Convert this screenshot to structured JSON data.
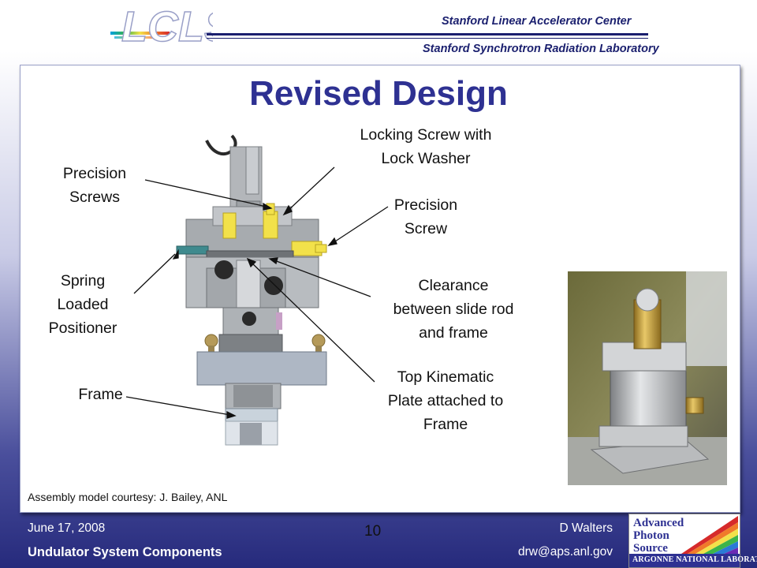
{
  "header": {
    "logo_text": "LCLS",
    "lab_line1": "Stanford Linear Accelerator Center",
    "lab_line2": "Stanford Synchrotron Radiation Laboratory"
  },
  "slide": {
    "title": "Revised Design",
    "labels": {
      "precision_screws": [
        "Precision",
        "Screws"
      ],
      "locking_screw": [
        "Locking Screw with",
        "Lock Washer"
      ],
      "precision_screw": [
        "Precision",
        "Screw"
      ],
      "spring_positioner": [
        "Spring",
        "Loaded",
        "Positioner"
      ],
      "clearance": [
        "Clearance",
        "between slide rod",
        "and frame"
      ],
      "frame": [
        "Frame"
      ],
      "kinematic_plate": [
        "Top Kinematic",
        "Plate attached to",
        "Frame"
      ]
    },
    "credit": "Assembly model courtesy: J. Bailey, ANL"
  },
  "footer": {
    "date": "June 17, 2008",
    "page_number": "10",
    "author": "D Walters",
    "section": "Undulator System Components",
    "email": "drw@aps.anl.gov",
    "aps_logo_lines": [
      "Advanced",
      "Photon",
      "Source"
    ],
    "aps_lab_name": "ARGONNE NATIONAL LABORATORY"
  },
  "colors": {
    "title": "#2e3192",
    "footer_bg": "#262a7c",
    "screw_yellow": "#f2e14a",
    "model_gray": "#b8bcc0"
  }
}
